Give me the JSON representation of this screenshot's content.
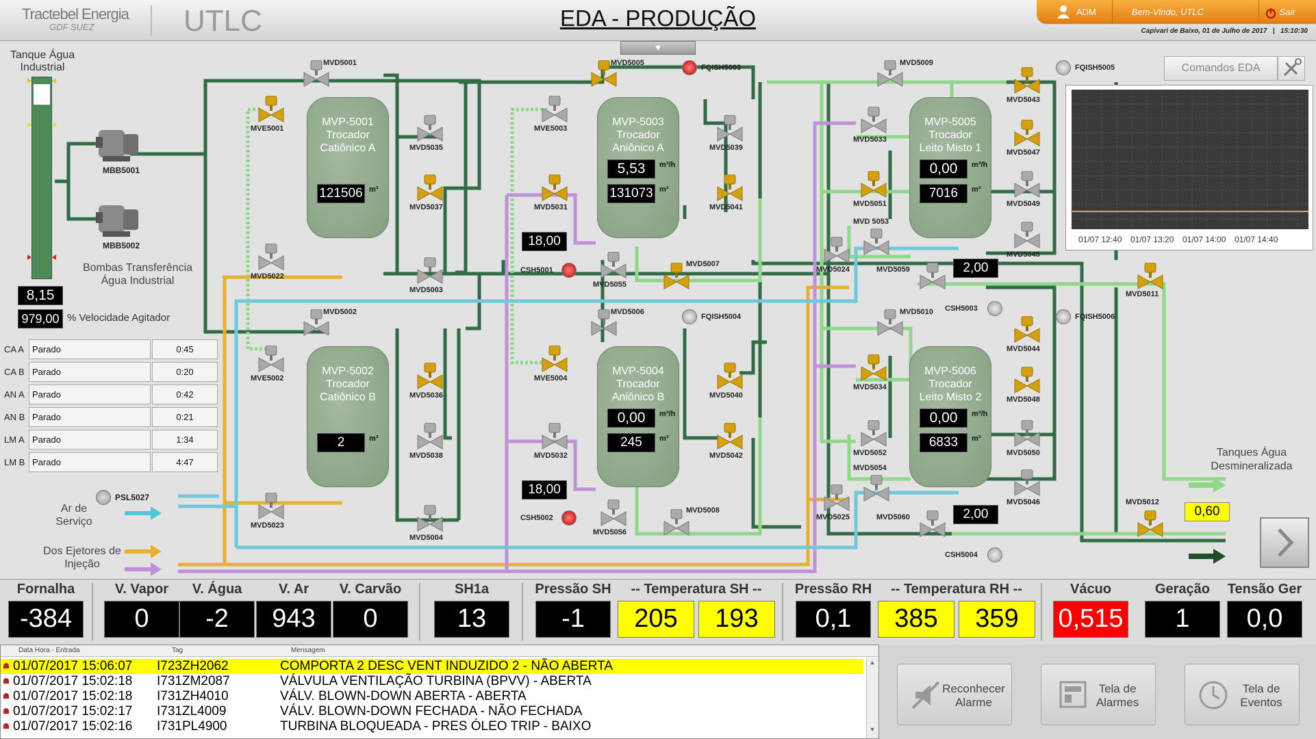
{
  "header": {
    "logo_main": "Tractebel Energia",
    "logo_sub": "GDF SUEZ",
    "app": "UTLC",
    "title": "EDA - PRODUÇÃO",
    "user": "ADM",
    "welcome": "Bem-Vindo, UTLC",
    "logout": "Sair",
    "location_date": "Capivari de Baixo, 01 de Julho de 2017",
    "time": "15:10:30",
    "dropdown": "▼"
  },
  "left": {
    "tank_label": "Tanque Água Industrial",
    "pumps_label": "Bombas Transferência Água Industrial",
    "level": "8,15",
    "agitator": "979,00",
    "agitator_label": "% Velocidade Agitador",
    "pump1": "MBB5001",
    "pump2": "MBB5002",
    "status_rows": [
      {
        "tag": "CA A",
        "state": "Parado",
        "time": "0:45"
      },
      {
        "tag": "CA B",
        "state": "Parado",
        "time": "0:20"
      },
      {
        "tag": "AN A",
        "state": "Parado",
        "time": "0:42"
      },
      {
        "tag": "AN B",
        "state": "Parado",
        "time": "0:21"
      },
      {
        "tag": "LM A",
        "state": "Parado",
        "time": "1:34"
      },
      {
        "tag": "LM B",
        "state": "Parado",
        "time": "4:47"
      }
    ],
    "air_label": "Ar de Serviço",
    "ejector_label": "Dos Ejetores de Injeção",
    "psl": "PSL5027"
  },
  "tanks": [
    {
      "id": "MVP-5001",
      "name": "Trocador",
      "sub": "Catiônico A",
      "flow": "",
      "volume": "121506"
    },
    {
      "id": "MVP-5002",
      "name": "Trocador",
      "sub": "Catiônico B",
      "flow": "",
      "volume": "2"
    },
    {
      "id": "MVP-5003",
      "name": "Trocador",
      "sub": "Aniônico A",
      "flow": "5,53",
      "volume": "131073"
    },
    {
      "id": "MVP-5004",
      "name": "Trocador",
      "sub": "Aniônico B",
      "flow": "0,00",
      "volume": "245"
    },
    {
      "id": "MVP-5005",
      "name": "Trocador",
      "sub": "Leito Misto 1",
      "flow": "0,00",
      "volume": "7016"
    },
    {
      "id": "MVP-5006",
      "name": "Trocador",
      "sub": "Leito Misto 2",
      "flow": "0,00",
      "volume": "6833"
    }
  ],
  "units": {
    "flow": "m³/h",
    "vol": "m³"
  },
  "values": {
    "csh5001_val": "18,00",
    "csh5002_val": "18,00",
    "csh5003_val": "2,00",
    "csh5004_val": "2,00",
    "demin_level": "0,60"
  },
  "tags": {
    "MVD5001": "MVD5001",
    "MVE5001": "MVE5001",
    "MVD5035": "MVD5035",
    "MVD5037": "MVD5037",
    "MVD5022": "MVD5022",
    "MVD5003": "MVD5003",
    "MVD5002": "MVD5002",
    "MVE5002": "MVE5002",
    "MVD5036": "MVD5036",
    "MVD5038": "MVD5038",
    "MVD5023": "MVD5023",
    "MVD5004": "MVD5004",
    "MVD5005": "MVD5005",
    "FQISH5003": "FQISH5003",
    "MVE5003": "MVE5003",
    "MVD5039": "MVD5039",
    "MVD5031": "MVD5031",
    "MVD5041": "MVD5041",
    "CSH5001": "CSH5001",
    "MVD5055": "MVD5055",
    "MVD5007": "MVD5007",
    "MVD5006": "MVD5006",
    "FQISH5004": "FQISH5004",
    "MVE5004": "MVE5004",
    "MVD5040": "MVD5040",
    "MVD5032": "MVD5032",
    "MVD5042": "MVD5042",
    "CSH5002": "CSH5002",
    "MVD5056": "MVD5056",
    "MVD5008": "MVD5008",
    "MVD5009": "MVD5009",
    "FQISH5005": "FQISH5005",
    "MVD5043": "MVD5043",
    "MVD5033": "MVD5033",
    "MVD5047": "MVD5047",
    "MVD5051": "MVD5051",
    "MVD5049": "MVD5049",
    "MVD5053": "MVD 5053",
    "MVD5024": "MVD5024",
    "MVD5059": "MVD5059",
    "MVD5045": "MVD5045",
    "MVD5011": "MVD5011",
    "CSH5003": "CSH5003",
    "MVD5010": "MVD5010",
    "FQISH5006": "FQISH5006",
    "MVD5044": "MVD5044",
    "MVD5034": "MVD5034",
    "MVD5048": "MVD5048",
    "MVD5052": "MVD5052",
    "MVD5050": "MVD5050",
    "MVD5054": "MVD5054",
    "MVD5046": "MVD5046",
    "MVD5025": "MVD5025",
    "MVD5060": "MVD5060",
    "MVD5012": "MVD5012",
    "CSH5004": "CSH5004"
  },
  "commands_button": "Comandos EDA",
  "trend": {
    "x_ticks": [
      "01/07 12:40",
      "01/07 13:20",
      "01/07 14:00",
      "01/07 14:40"
    ]
  },
  "demin_label": "Tanques Água Desmineralizada",
  "stats": [
    {
      "name": "Fornalha",
      "value": "-384",
      "bg": "#000000",
      "fg": "#ffffff"
    },
    {
      "name": "V. Vapor",
      "value": "0",
      "bg": "#000000",
      "fg": "#ffffff"
    },
    {
      "name": "V. Água",
      "value": "-2",
      "bg": "#000000",
      "fg": "#ffffff"
    },
    {
      "name": "V. Ar",
      "value": "943",
      "bg": "#000000",
      "fg": "#ffffff"
    },
    {
      "name": "V. Carvão",
      "value": "0",
      "bg": "#000000",
      "fg": "#ffffff"
    },
    {
      "name": "SH1a",
      "value": "13",
      "bg": "#000000",
      "fg": "#ffffff"
    },
    {
      "name": "Pressão SH",
      "value": "-1",
      "bg": "#000000",
      "fg": "#ffffff"
    },
    {
      "name": "-- Temperatura SH --",
      "value": "205",
      "value2": "193",
      "bg": "#ffff00",
      "fg": "#000000"
    },
    {
      "name": "Pressão RH",
      "value": "0,1",
      "bg": "#000000",
      "fg": "#ffffff"
    },
    {
      "name": "-- Temperatura RH --",
      "value": "385",
      "value2": "359",
      "bg": "#ffff00",
      "fg": "#000000"
    },
    {
      "name": "Vácuo",
      "value": "0,515",
      "bg": "#ff0000",
      "fg": "#ffffff"
    },
    {
      "name": "Geração",
      "value": "1",
      "bg": "#000000",
      "fg": "#ffffff"
    },
    {
      "name": "Tensão Ger",
      "value": "0,0",
      "bg": "#000000",
      "fg": "#ffffff"
    }
  ],
  "alarms": {
    "headers": [
      "Data Hora - Entrada",
      "Tag",
      "Mensagem"
    ],
    "rows": [
      {
        "dt": "01/07/2017 15:06:07",
        "tag": "I723ZH2062",
        "msg": "COMPORTA 2 DESC VENT INDUZIDO 2 - NÃO ABERTA"
      },
      {
        "dt": "01/07/2017 15:02:18",
        "tag": "I731ZM2087",
        "msg": "VÁLVULA VENTILAÇÃO TURBINA (BPVV) - ABERTA"
      },
      {
        "dt": "01/07/2017 15:02:18",
        "tag": "I731ZH4010",
        "msg": "VÁLV. BLOWN-DOWN ABERTA - ABERTA"
      },
      {
        "dt": "01/07/2017 15:02:17",
        "tag": "I731ZL4009",
        "msg": "VÁLV. BLOWN-DOWN FECHADA - NÃO FECHADA"
      },
      {
        "dt": "01/07/2017 15:02:16",
        "tag": "I731PL4900",
        "msg": "TURBINA BLOQUEADA - PRES ÓLEO TRIP - BAIXO"
      }
    ]
  },
  "buttons": {
    "ack": "Reconhecer Alarme",
    "alarms": "Tela de Alarmes",
    "events": "Tela de Eventos"
  },
  "colors": {
    "highlight": "#ffff00",
    "alarm_red": "#ff0000",
    "orange_bar": "#f39a20",
    "tank": "#8ea88a",
    "pipe_dark": "#2f6b43",
    "pipe_light": "#8fd88a"
  }
}
